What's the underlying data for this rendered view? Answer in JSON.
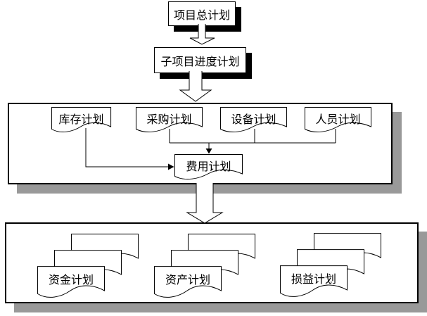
{
  "nodes": {
    "master_plan": "项目总计划",
    "subproject_schedule": "子项目进度计划",
    "inventory": "库存计划",
    "procurement": "采购计划",
    "equipment": "设备计划",
    "personnel": "人员计划",
    "expense": "费用计划",
    "funds": "资金计划",
    "assets": "资产计划",
    "profit_loss": "损益计划"
  },
  "colors": {
    "line": "#000000",
    "node_fill": "#ffffff",
    "small_box_shadow": "#000000",
    "panel_shadow": "#999999",
    "background": "#ffffff"
  }
}
